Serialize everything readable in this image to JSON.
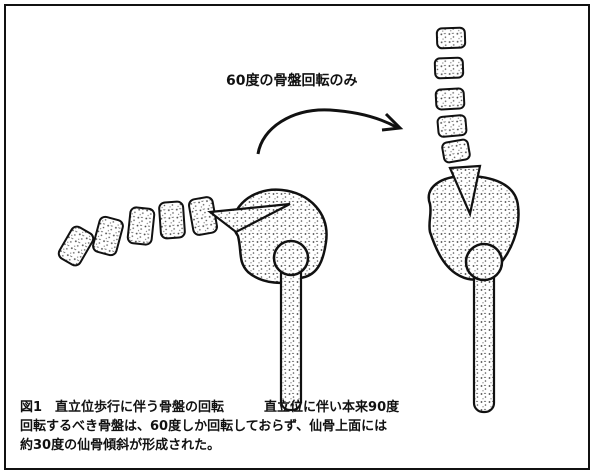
{
  "figure": {
    "arrow_label": "60度の骨盤回転のみ",
    "caption": {
      "title": "図1　直立位歩行に伴う骨盤の回転",
      "line1_rest": "直立位に伴い本来90度",
      "line2": "回転するべき骨盤は、60度しか回転しておらず、仙骨上面には",
      "line3": "約30度の仙骨傾斜が形成された。"
    }
  }
}
